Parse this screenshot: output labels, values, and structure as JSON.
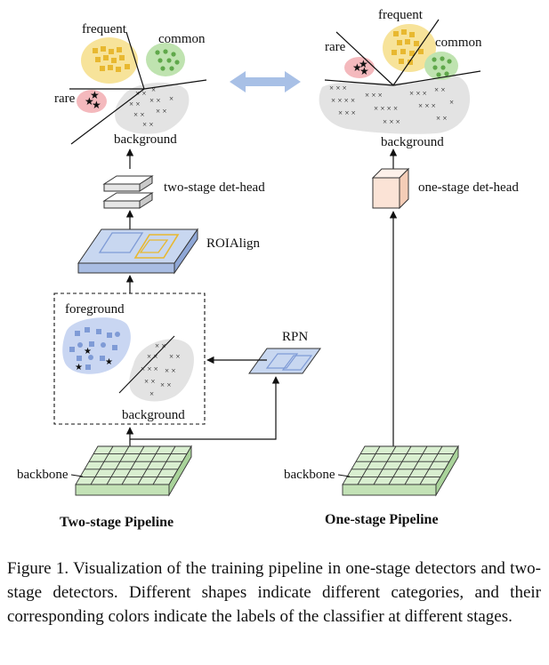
{
  "labels": {
    "left_classes": {
      "frequent": "frequent",
      "common": "common",
      "rare": "rare",
      "background": "background"
    },
    "right_classes": {
      "frequent": "frequent",
      "common": "common",
      "rare": "rare",
      "background": "background"
    },
    "two_stage_head": "two-stage det-head",
    "one_stage_head": "one-stage det-head",
    "roialign": "ROIAlign",
    "foreground": "foreground",
    "background_box": "background",
    "rpn": "RPN",
    "backbone_left": "backbone",
    "backbone_right": "backbone",
    "two_stage_title": "Two-stage Pipeline",
    "one_stage_title": "One-stage Pipeline"
  },
  "caption": "Figure 1. Visualization of the training pipeline in one-stage detectors and two-stage detectors. Different shapes indicate different categories, and their corresponding colors indicate the labels of the classifier at different stages.",
  "colors": {
    "frequent": "#f7e39a",
    "common": "#bfe3b0",
    "rare": "#f4b9bd",
    "background": "#e3e3e3",
    "foreground": "#c9d6f2",
    "backbone": "#d9efd0",
    "roialign": "#c8d7f0",
    "head_box": "#fbe3d6",
    "arrow_double": "#a8c0e6"
  }
}
